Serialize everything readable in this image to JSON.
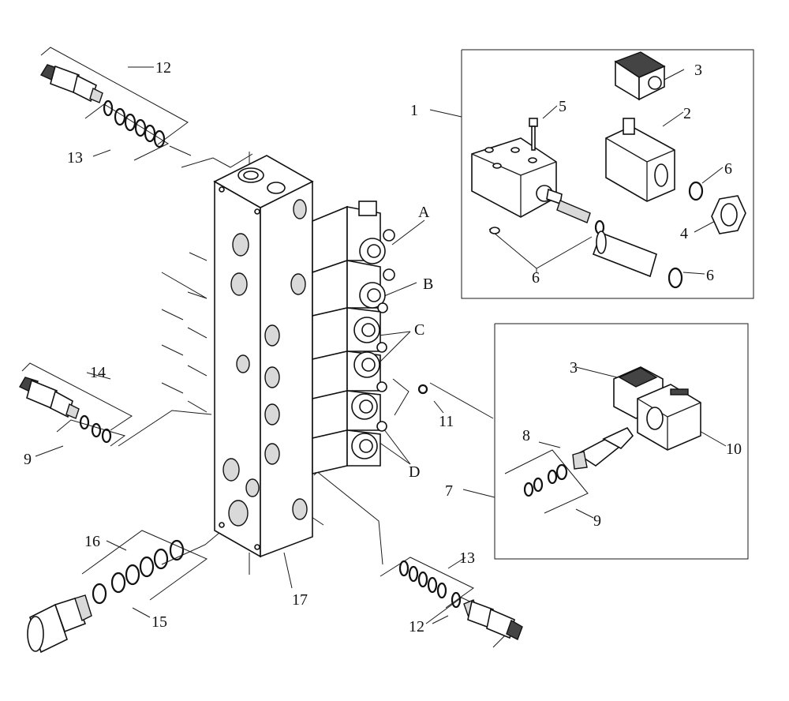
{
  "labels": {
    "l1": "1",
    "l2": "2",
    "l3a": "3",
    "l3b": "3",
    "l4": "4",
    "l5": "5",
    "l6a": "6",
    "l6b": "6",
    "l6c": "6",
    "l7": "7",
    "l8": "8",
    "l9a": "9",
    "l9b": "9",
    "l10": "10",
    "l11": "11",
    "l12a": "12",
    "l12b": "12",
    "l13a": "13",
    "l13b": "13",
    "l14": "14",
    "l15": "15",
    "l16": "16",
    "l17": "17",
    "lA": "A",
    "lB": "B",
    "lC": "C",
    "lD": "D"
  }
}
